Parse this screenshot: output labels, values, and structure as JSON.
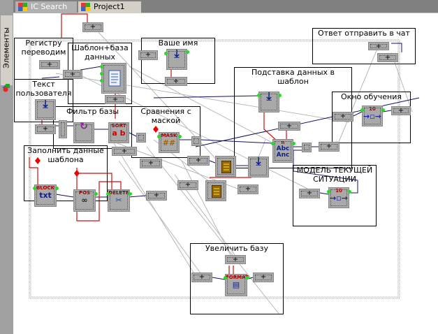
{
  "sidebar": {
    "label": "Элементы",
    "icon": "elements-shapes-icon"
  },
  "tabs": [
    {
      "label": "IC Search ...",
      "icon": "windows-logo-icon"
    },
    {
      "label": "Project1",
      "icon": "windows-logo-icon",
      "active": true
    }
  ],
  "groups": {
    "g1": "Регистру переводим",
    "g2": "Шаблон+база данных",
    "g3": "Ваше имя",
    "g4": "Ответ отправить в чат",
    "g5": "Текст пользователя",
    "g6": "Фильтр базы",
    "g7": "Сравнения с маской",
    "g8": "Подставка данных в шаблон",
    "g9": "Окно обучения",
    "g10": "МОДЕЛЬ ТЕКУЩЕЙ СИТУАЦИИ",
    "g11": "Заполнить данные шаблона",
    "g12": "Увеличить базу"
  },
  "connector_label": "+",
  "blocks": {
    "sort": "SORT",
    "sort_glyph": "a b",
    "mask": "MASK",
    "mask_glyph": "##",
    "abc": "Abc",
    "anc": "Anc",
    "n": "n",
    "ten": "10",
    "block": "BLOCK",
    "block_glyph": "txt",
    "pos": "POS",
    "delete": "DELETE",
    "format": "FORMAT"
  },
  "colors": {
    "node": "#a9a9a9",
    "pin": "#22dd22",
    "wire_dark": "#101060",
    "wire_red": "#cc1111",
    "wire_gray": "#b8b8b8"
  }
}
